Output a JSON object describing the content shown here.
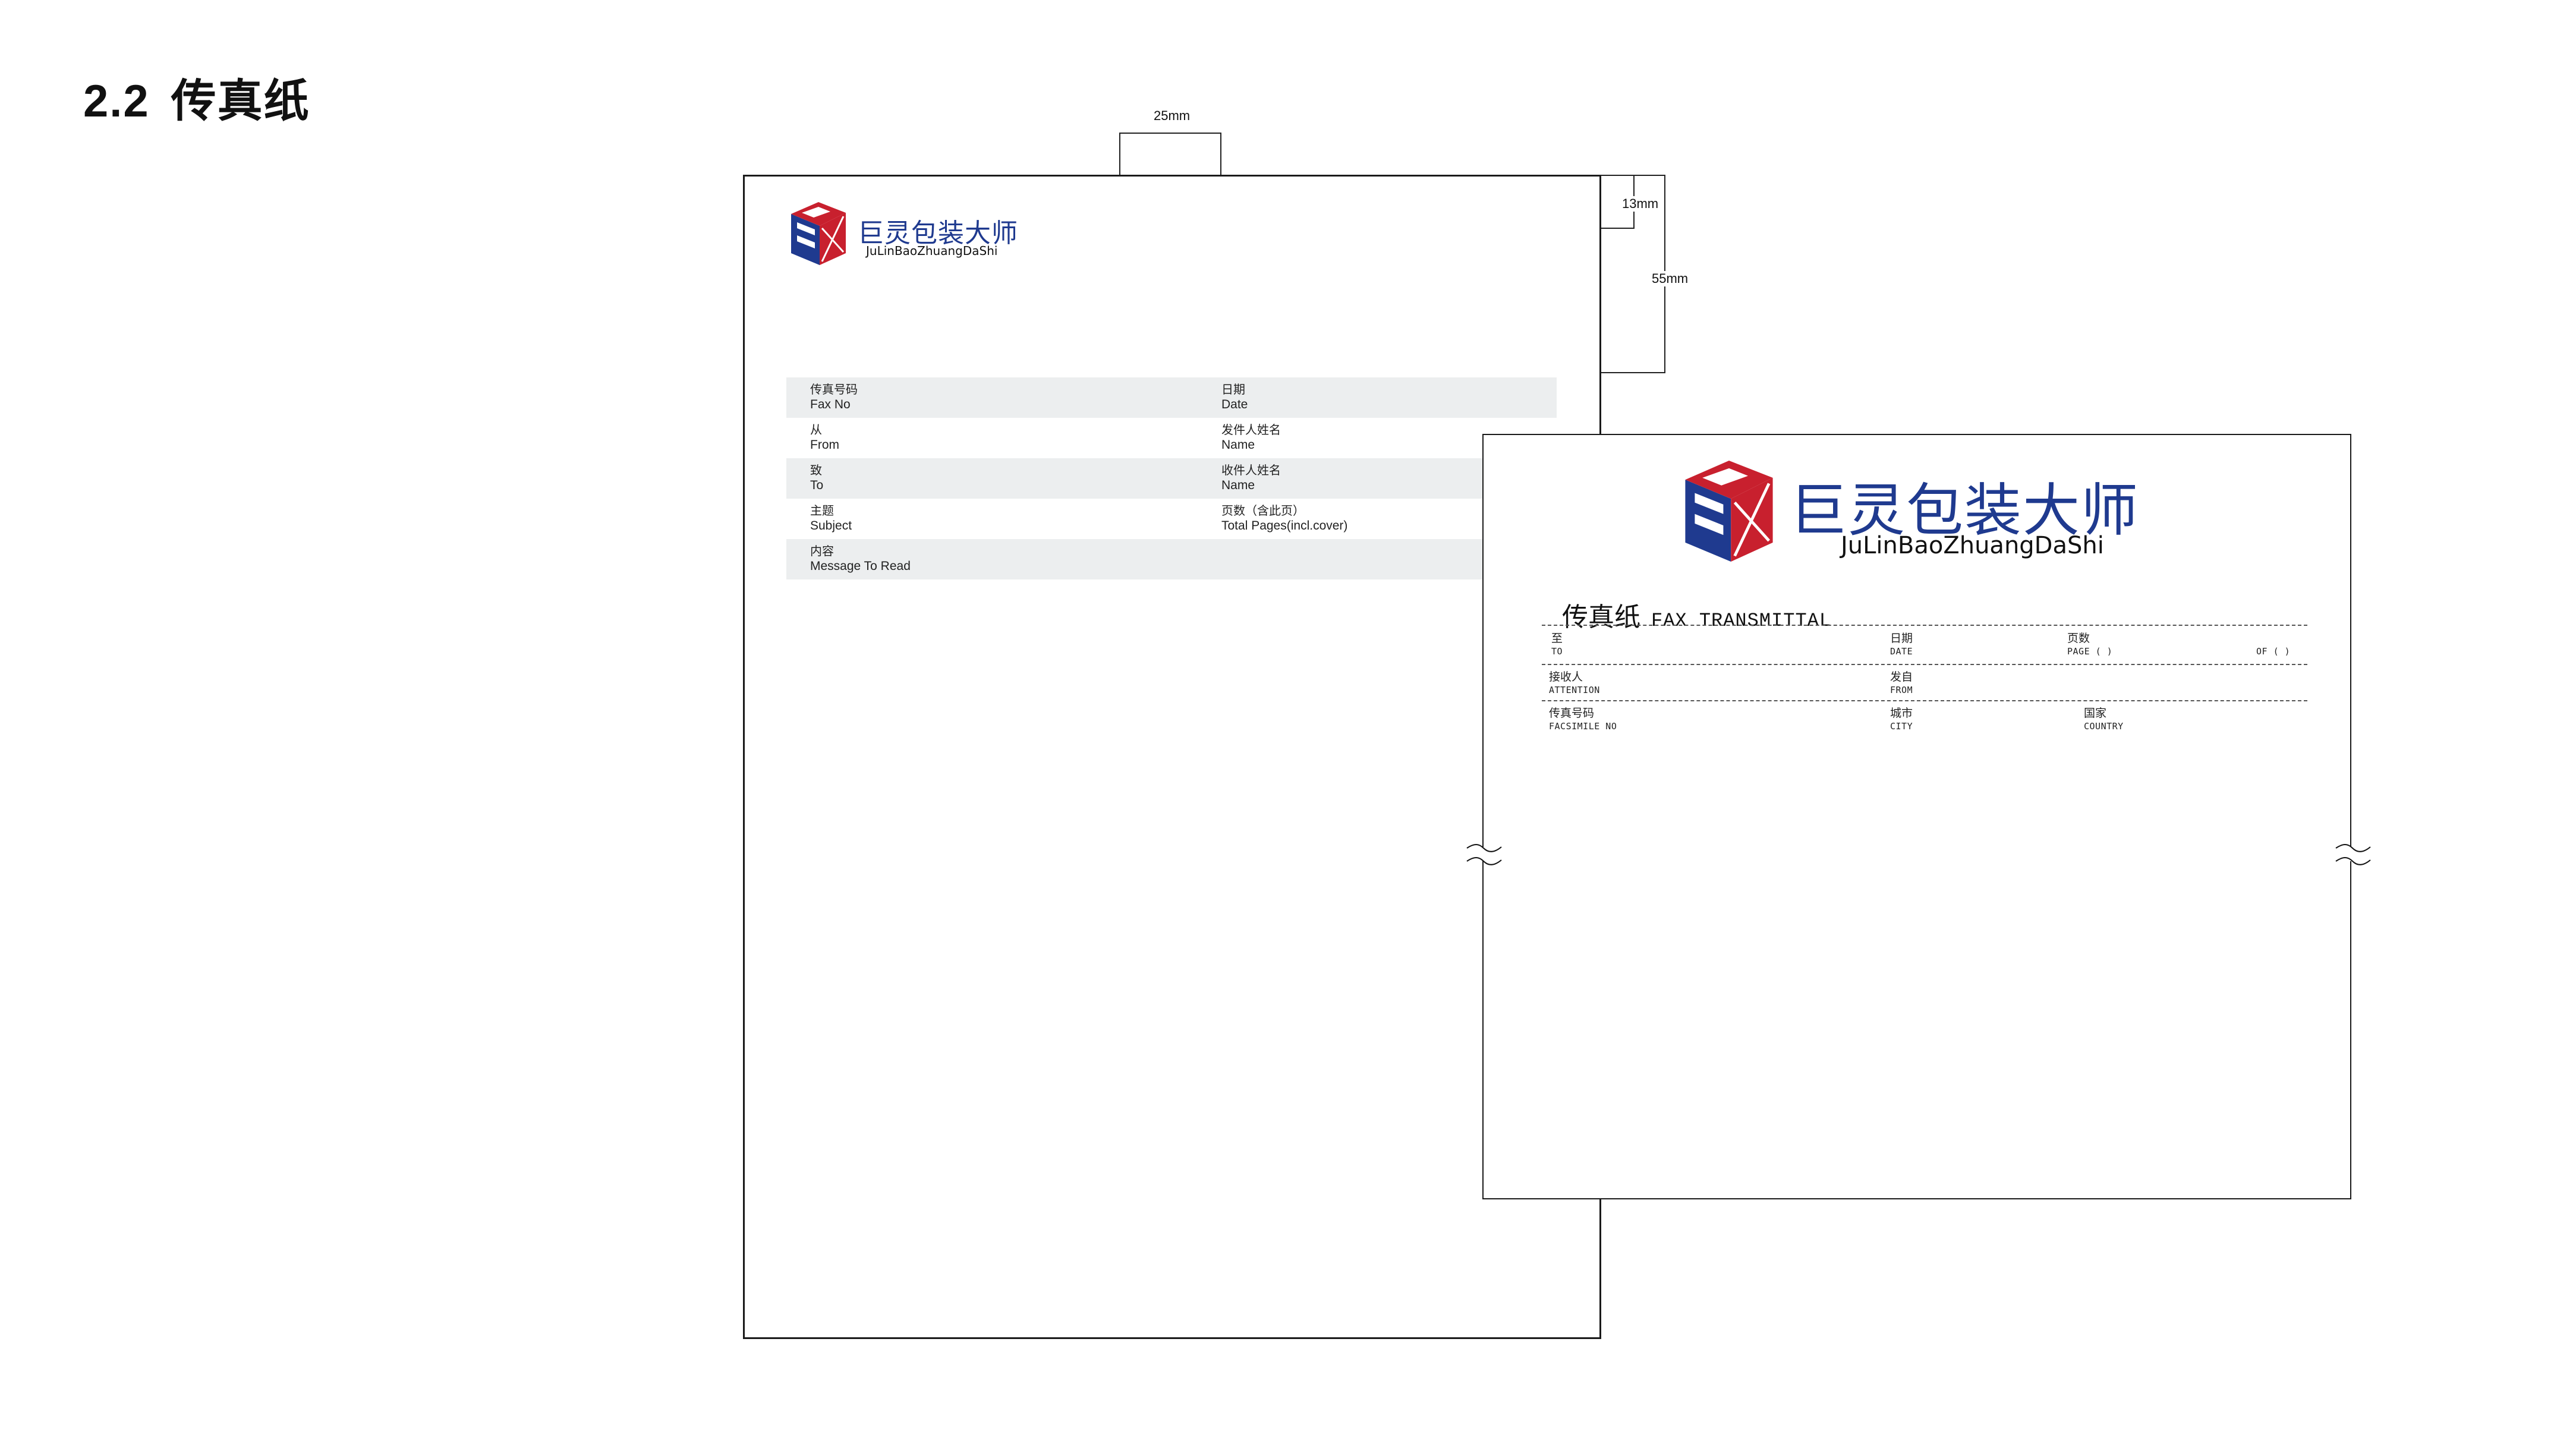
{
  "section": {
    "number": "2.2",
    "title": "传真纸"
  },
  "dimensions": {
    "top_margin_width": "25mm",
    "header_offset": "13mm",
    "header_height": "55mm"
  },
  "brand": {
    "name_cn": "巨灵包装大师",
    "name_pinyin": "JuLinBaoZhuangDaShi",
    "colors": {
      "blue": "#1f3a8f",
      "red": "#c8202e"
    }
  },
  "fax_template_a": {
    "rows": [
      {
        "left": {
          "cn": "传真号码",
          "en": "Fax No"
        },
        "right": {
          "cn": "日期",
          "en": "Date"
        },
        "shaded": true
      },
      {
        "left": {
          "cn": "从",
          "en": "From"
        },
        "right": {
          "cn": "发件人姓名",
          "en": "Name"
        },
        "shaded": false
      },
      {
        "left": {
          "cn": "致",
          "en": "To"
        },
        "right": {
          "cn": "收件人姓名",
          "en": "Name"
        },
        "shaded": true
      },
      {
        "left": {
          "cn": "主题",
          "en": "Subject"
        },
        "right": {
          "cn": "页数（含此页）",
          "en": "Total Pages(incl.cover)"
        },
        "shaded": false
      },
      {
        "left": {
          "cn": "内容",
          "en": "Message To Read"
        },
        "shaded": true
      }
    ],
    "row_shade_color": "#eceeef"
  },
  "fax_template_b": {
    "title_cn": "传真纸",
    "title_en": "FAX TRANSMITTAL",
    "fields": {
      "to": {
        "cn": "至",
        "en": "TO"
      },
      "date": {
        "cn": "日期",
        "en": "DATE"
      },
      "pages": {
        "cn": "页数",
        "en": "PAGE (   )"
      },
      "of": {
        "en": "OF (   )"
      },
      "attention": {
        "cn": "接收人",
        "en": "ATTENTION"
      },
      "from": {
        "cn": "发自",
        "en": "FROM"
      },
      "facsimile": {
        "cn": "传真号码",
        "en": "FACSIMILE NO"
      },
      "city": {
        "cn": "城市",
        "en": "CITY"
      },
      "country": {
        "cn": "国家",
        "en": "COUNTRY"
      }
    },
    "break_symbol": "≈"
  }
}
